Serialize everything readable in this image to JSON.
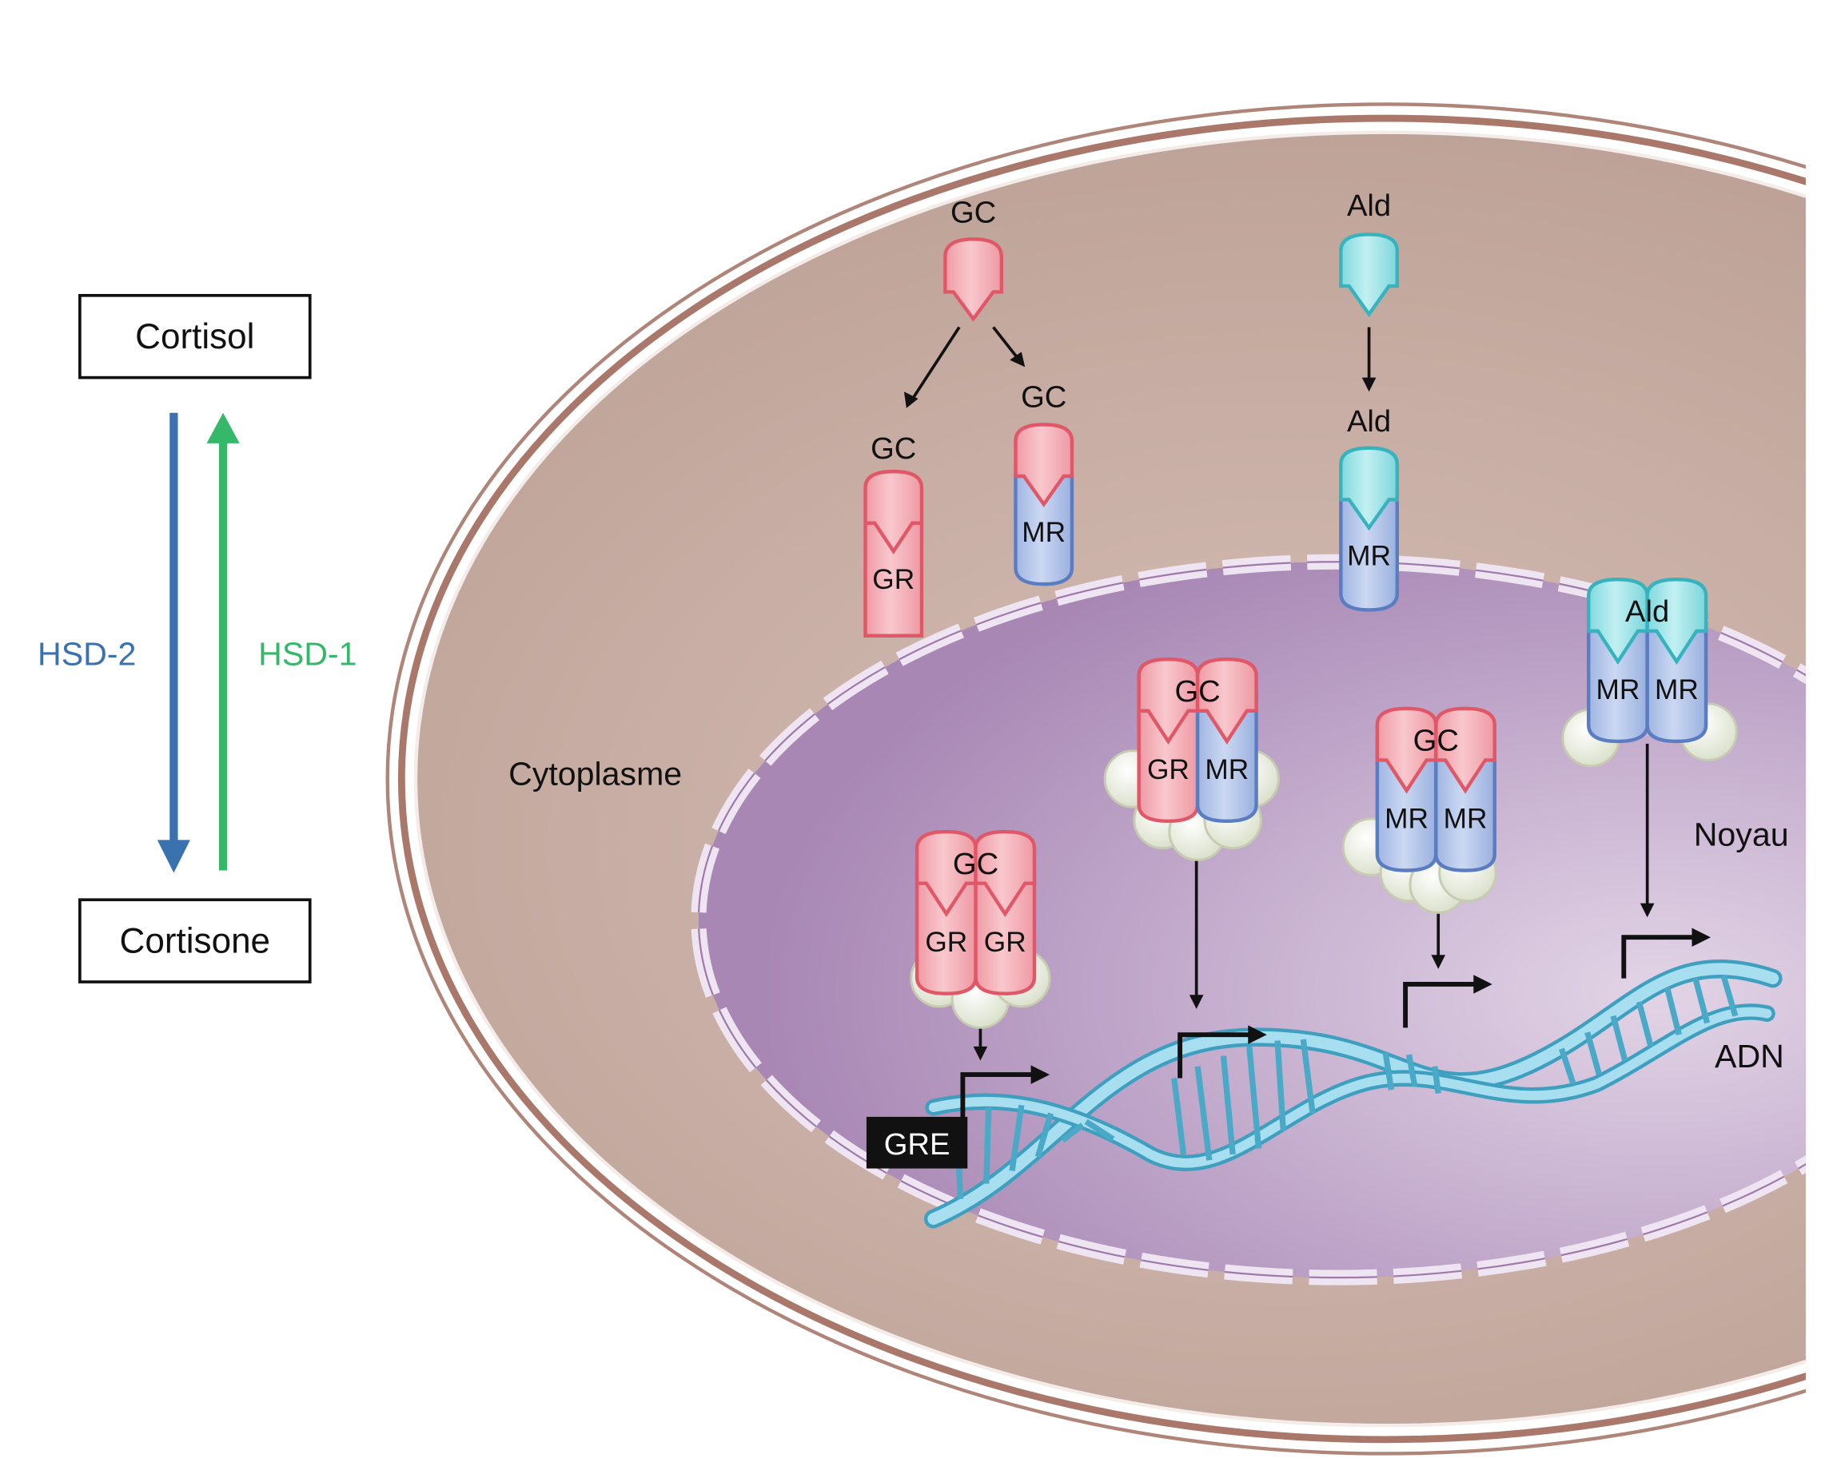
{
  "colors": {
    "hsd2": "#3a72b0",
    "hsd1": "#35b86a",
    "cytoplasm": "#c4a79d",
    "membrane": "#a9786b",
    "nucleus": "#b49ac0",
    "gc_receptor": "#f2a5ad",
    "gc_outline": "#e05868",
    "mr": "#a9bfe6",
    "mr_outline": "#5a7cc0",
    "ald": "#8fe0e4",
    "ald_outline": "#38b3bd",
    "dna": "#8ed0e6",
    "dna_outline": "#3f9fbf",
    "coactivator": "#e7ebdc"
  },
  "left_panel": {
    "top_box": "Cortisol",
    "bottom_box": "Cortisone",
    "down_arrow_label": "HSD-2",
    "up_arrow_label": "HSD-1"
  },
  "cell": {
    "cytoplasm_label": "Cytoplasme",
    "nucleus_label": "Noyau",
    "dna_label": "ADN",
    "gre_label": "GRE"
  },
  "ligands": {
    "gc_free": "GC",
    "gc_on_gr": "GC",
    "gc_on_mr": "GC",
    "ald_free": "Ald",
    "ald_on_mr": "Ald"
  },
  "receptors": {
    "gr": "GR",
    "mr": "MR"
  },
  "complexes": [
    {
      "ligand": "GC",
      "left": "GR",
      "right": "GR"
    },
    {
      "ligand": "GC",
      "left": "GR",
      "right": "MR"
    },
    {
      "ligand": "GC",
      "left": "MR",
      "right": "MR"
    },
    {
      "ligand": "Ald",
      "left": "MR",
      "right": "MR"
    }
  ]
}
